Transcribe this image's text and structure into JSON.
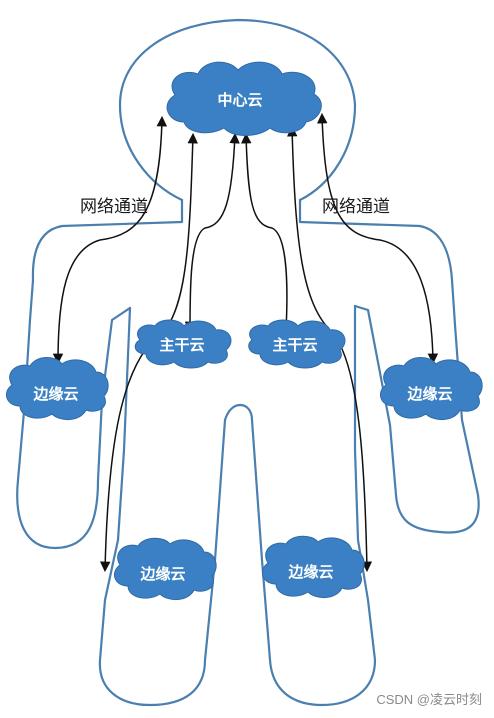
{
  "labels": {
    "center_cloud": "中心云",
    "trunk_cloud_left": "主干云",
    "trunk_cloud_right": "主干云",
    "edge_cloud_left_arm": "边缘云",
    "edge_cloud_right_arm": "边缘云",
    "edge_cloud_left_leg": "边缘云",
    "edge_cloud_right_leg": "边缘云",
    "network_channel_left": "网络通道",
    "network_channel_right": "网络通道"
  },
  "watermark": "CSDN @凌云时刻",
  "colors": {
    "cloud_fill": "#3b80c4",
    "body_outline": "#4a7fb0",
    "arrow": "#111111"
  }
}
